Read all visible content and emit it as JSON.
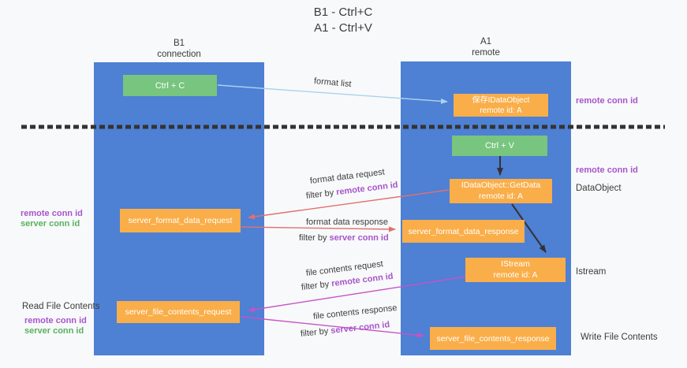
{
  "title": {
    "line1": "B1 - Ctrl+C",
    "line2": "A1 - Ctrl+V"
  },
  "lanes": {
    "left": {
      "name": "B1",
      "role": "connection"
    },
    "right": {
      "name": "A1",
      "role": "remote"
    }
  },
  "boxes": {
    "ctrl_c": "Ctrl + C",
    "ctrl_v": "Ctrl + V",
    "save_idataobject": {
      "line1": "保存IDataObject",
      "line2": "remote id: A"
    },
    "getdata": {
      "line1": "IDataObject::GetData",
      "line2": "remote id: A"
    },
    "istream": {
      "line1": "IStream",
      "line2": "remote id: A"
    },
    "server_format_data_request": "server_format_data_request",
    "server_format_data_response": "server_format_data_response",
    "server_file_contents_request": "server_file_contents_request",
    "server_file_contents_response": "server_file_contents_response"
  },
  "side_labels": {
    "remote_conn_id": "remote conn id",
    "server_conn_id": "server conn id",
    "dataobject": "DataObject",
    "istream": "Istream",
    "read_file_contents": "Read File Contents",
    "write_file_contents": "Write File Contents"
  },
  "arrow_labels": {
    "format_list": "format list",
    "format_data_request": "format data request",
    "format_data_response": "format data response",
    "file_contents_request": "file contents request",
    "file_contents_response": "file contents response",
    "filter_by": "filter by ",
    "remote_conn_id": "remote conn id",
    "server_conn_id": "server conn id"
  },
  "colors": {
    "lane_blue": "#4e80d4",
    "box_green": "#77c57e",
    "box_orange": "#f9ae49",
    "arrow_lightblue": "#a8d2ef",
    "arrow_red": "#e27070",
    "arrow_magenta": "#c653c6",
    "arrow_black": "#333333",
    "label_purple": "#a855cc",
    "label_green": "#57b25e"
  }
}
